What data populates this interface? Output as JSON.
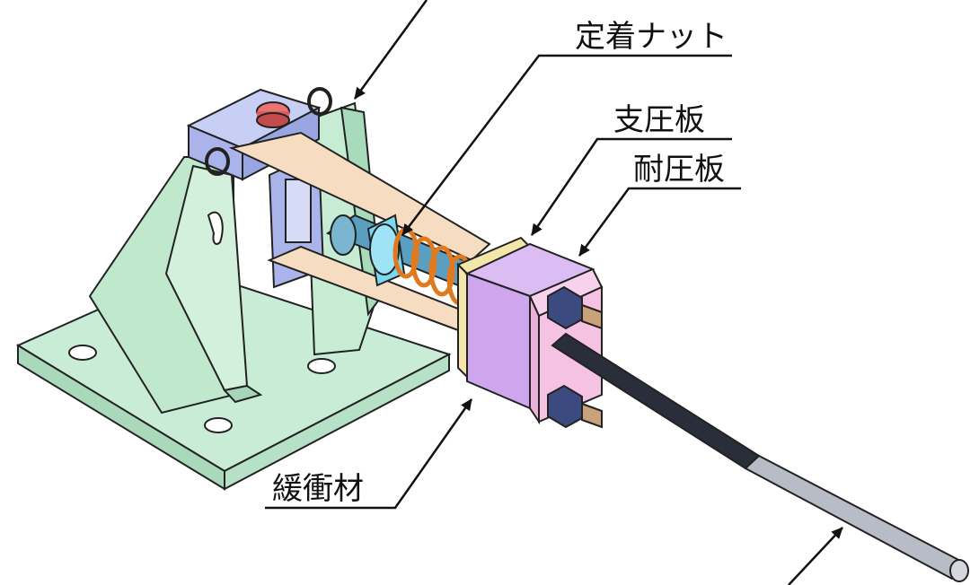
{
  "labels": {
    "fixing_nut": "定着ナット",
    "bearing_plate": "支圧板",
    "pressure_plate": "耐圧板",
    "cushion": "緩衝材"
  },
  "colors": {
    "base": "#c9ecd6",
    "block": "#aab4ea",
    "link": "#f6dcc0",
    "nut_blue": "#7ad8f0",
    "spring": "#e07a20",
    "plate_purple": "#cfa6ee",
    "plate_pink": "#f6c2e4",
    "cushion": "#f2e7a8",
    "bolt": "#2f3a6a",
    "rod_dark": "#2a2e3a",
    "rod_light": "#b8bcc6",
    "pin_red": "#e87474",
    "outline": "#222222"
  }
}
